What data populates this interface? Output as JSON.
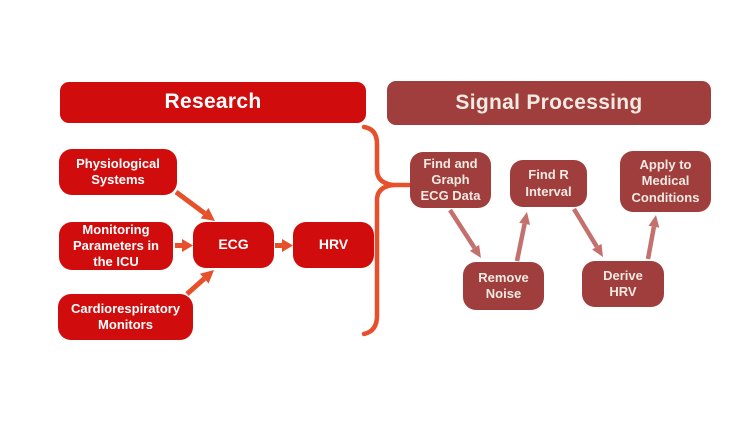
{
  "colors": {
    "background": "#FFFFFF",
    "bright_red": "#D00C0C",
    "maroon": "#9F3E3C",
    "orange_accent": "#E6512B",
    "rose_arrow": "#C4716D",
    "text_on_red": "#FFFFFF",
    "text_on_maroon": "#F1EAE2"
  },
  "left_section": {
    "title": "Research",
    "boxes": {
      "physiological": "Physiological\nSystems",
      "monitoring": "Monitoring\nParameters in\nthe ICU",
      "cardiorespiratory": "Cardiorespiratory\nMonitors",
      "ecg": "ECG",
      "hrv": "HRV"
    }
  },
  "right_section": {
    "title": "Signal Processing",
    "boxes": {
      "find_graph": "Find and\nGraph\nECG Data",
      "find_r": "Find R\nInterval",
      "apply": "Apply to\nMedical\nConditions",
      "remove_noise": "Remove\nNoise",
      "derive_hrv": "Derive\nHRV"
    }
  },
  "edges": [
    {
      "from": "Physiological Systems",
      "to": "ECG",
      "style": "orange-arrow"
    },
    {
      "from": "Monitoring Parameters in the ICU",
      "to": "ECG",
      "style": "orange-arrow"
    },
    {
      "from": "Cardiorespiratory Monitors",
      "to": "ECG",
      "style": "orange-arrow"
    },
    {
      "from": "ECG",
      "to": "HRV",
      "style": "orange-arrow"
    },
    {
      "from": "Research group",
      "to": "Find and Graph ECG Data",
      "style": "orange-brace"
    },
    {
      "from": "Find and Graph ECG Data",
      "to": "Remove Noise",
      "style": "rose-arrow"
    },
    {
      "from": "Remove Noise",
      "to": "Find R Interval",
      "style": "rose-arrow"
    },
    {
      "from": "Find R Interval",
      "to": "Derive HRV",
      "style": "rose-arrow"
    },
    {
      "from": "Derive HRV",
      "to": "Apply to Medical Conditions",
      "style": "rose-arrow"
    }
  ]
}
